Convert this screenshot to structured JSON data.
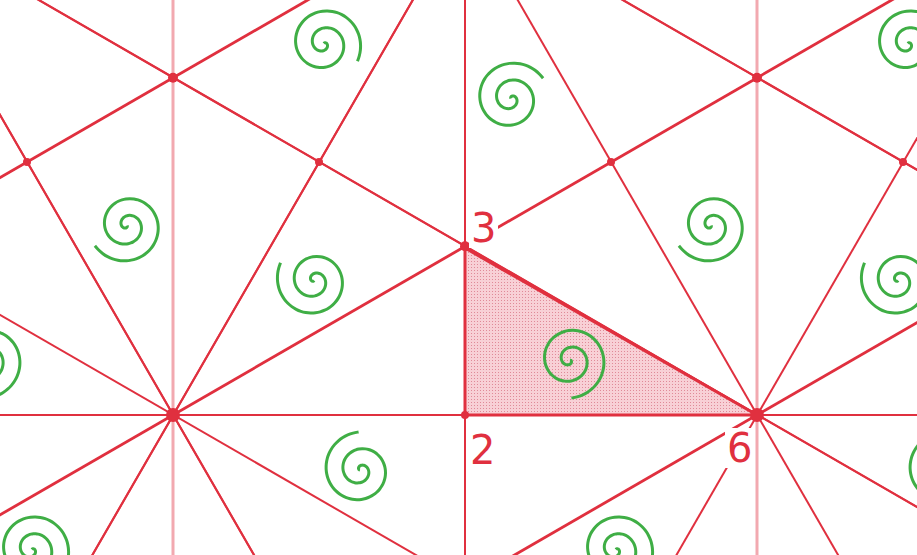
{
  "diagram": {
    "labels": [
      "3",
      "2",
      "6"
    ]
  }
}
